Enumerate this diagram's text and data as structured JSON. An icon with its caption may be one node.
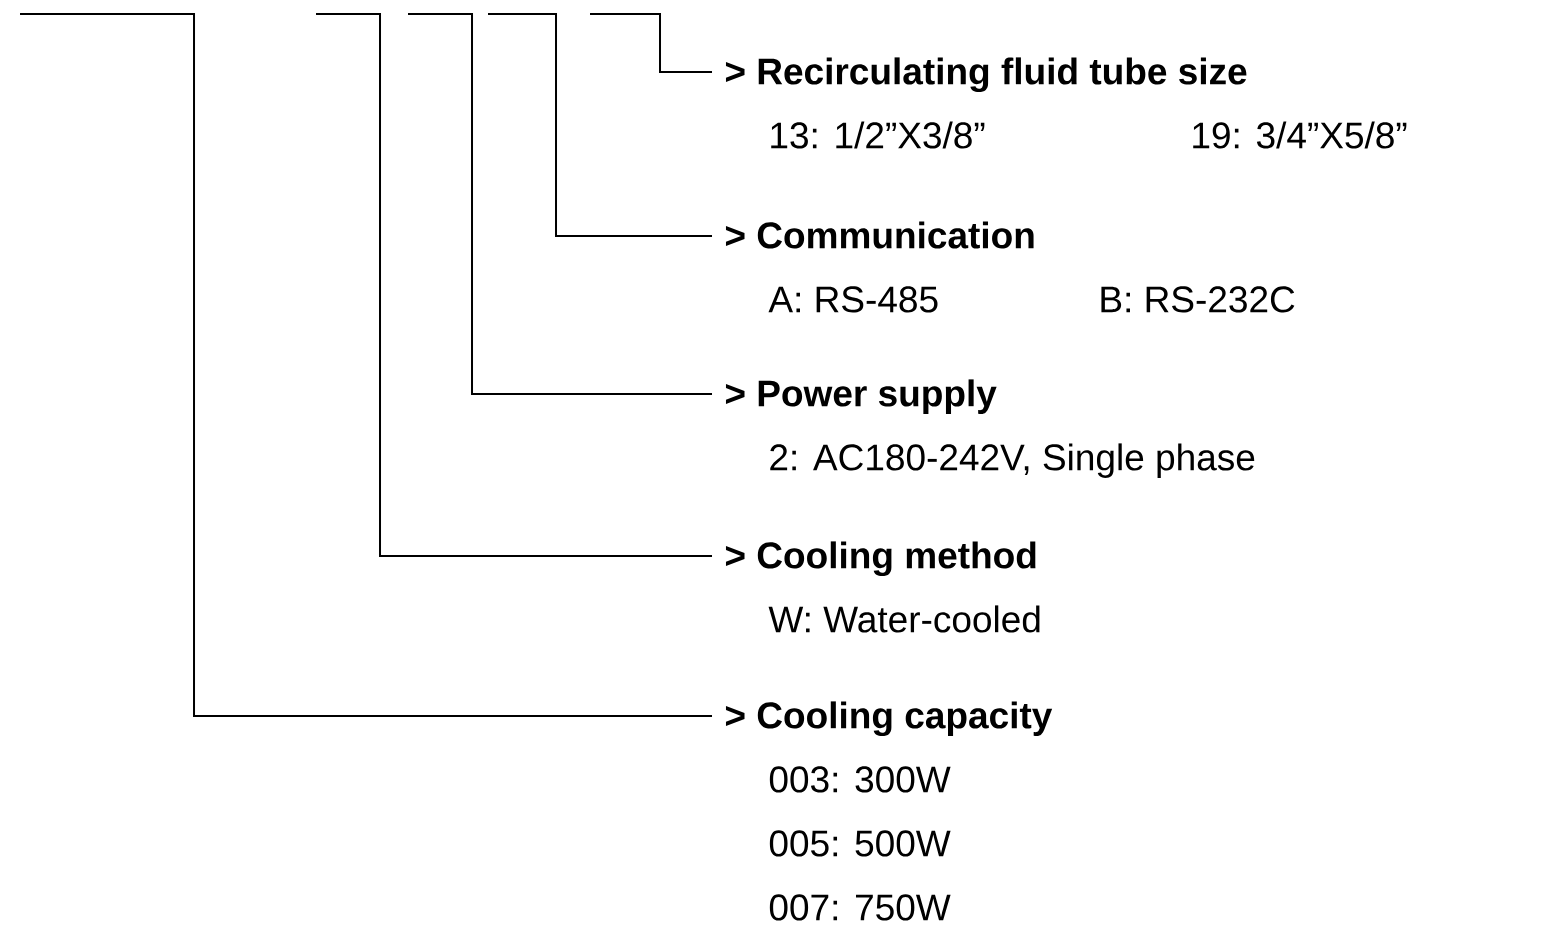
{
  "diagram": {
    "nodes": [
      {
        "text": [
          "> Recirculating fluid tube size",
          "13: 1/2”X3/8”",
          "19: 3/4”X5/8”"
        ]
      },
      {
        "text": [
          "> Communication",
          "A: RS-485",
          "B: RS-232C"
        ]
      },
      {
        "text": [
          "> Power supply",
          "2: AC180-242V, Single phase"
        ]
      },
      {
        "text": [
          "> Cooling method",
          "W: Water-cooled"
        ]
      },
      {
        "text": [
          "> Cooling capacity",
          "003: 300W",
          "005: 500W",
          "007: 750W"
        ]
      }
    ],
    "edges": [
      {
        "from": null,
        "to": 4,
        "arrow": "none"
      },
      {
        "from": null,
        "to": 3,
        "arrow": "none"
      },
      {
        "from": null,
        "to": 2,
        "arrow": "none"
      },
      {
        "from": null,
        "to": 1,
        "arrow": "none"
      },
      {
        "from": null,
        "to": 0,
        "arrow": "none"
      }
    ]
  }
}
